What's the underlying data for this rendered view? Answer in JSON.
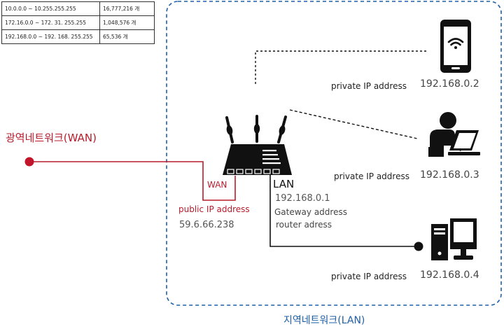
{
  "table": {
    "rows": [
      {
        "range": "10.0.0.0 ~ 10.255.255.255",
        "count": "16,777,216 개"
      },
      {
        "range": "172.16.0.0 ~ 172. 31. 255.255",
        "count": "1,048,576 개"
      },
      {
        "range": "192.168.0.0 ~ 192. 168. 255.255",
        "count": "65,536 개"
      }
    ]
  },
  "wan": {
    "title": "광역네트워크(WAN)",
    "port_label": "WAN",
    "public_ip_label": "public IP address",
    "public_ip": "59.6.66.238"
  },
  "router": {
    "lan_label": "LAN",
    "ip": "192.168.0.1",
    "gateway_label": "Gateway address",
    "router_label": "router adress"
  },
  "lan": {
    "title": "지역네트워크(LAN)"
  },
  "devices": [
    {
      "icon": "smartphone-icon",
      "label": "private IP address",
      "ip": "192.168.0.2"
    },
    {
      "icon": "laptop-user-icon",
      "label": "private IP address",
      "ip": "192.168.0.3"
    },
    {
      "icon": "desktop-computer-icon",
      "label": "private IP address",
      "ip": "192.168.0.4"
    }
  ],
  "colors": {
    "wan": "#b81c2c",
    "lan_border": "#1e5fa8",
    "device": "#111111"
  }
}
